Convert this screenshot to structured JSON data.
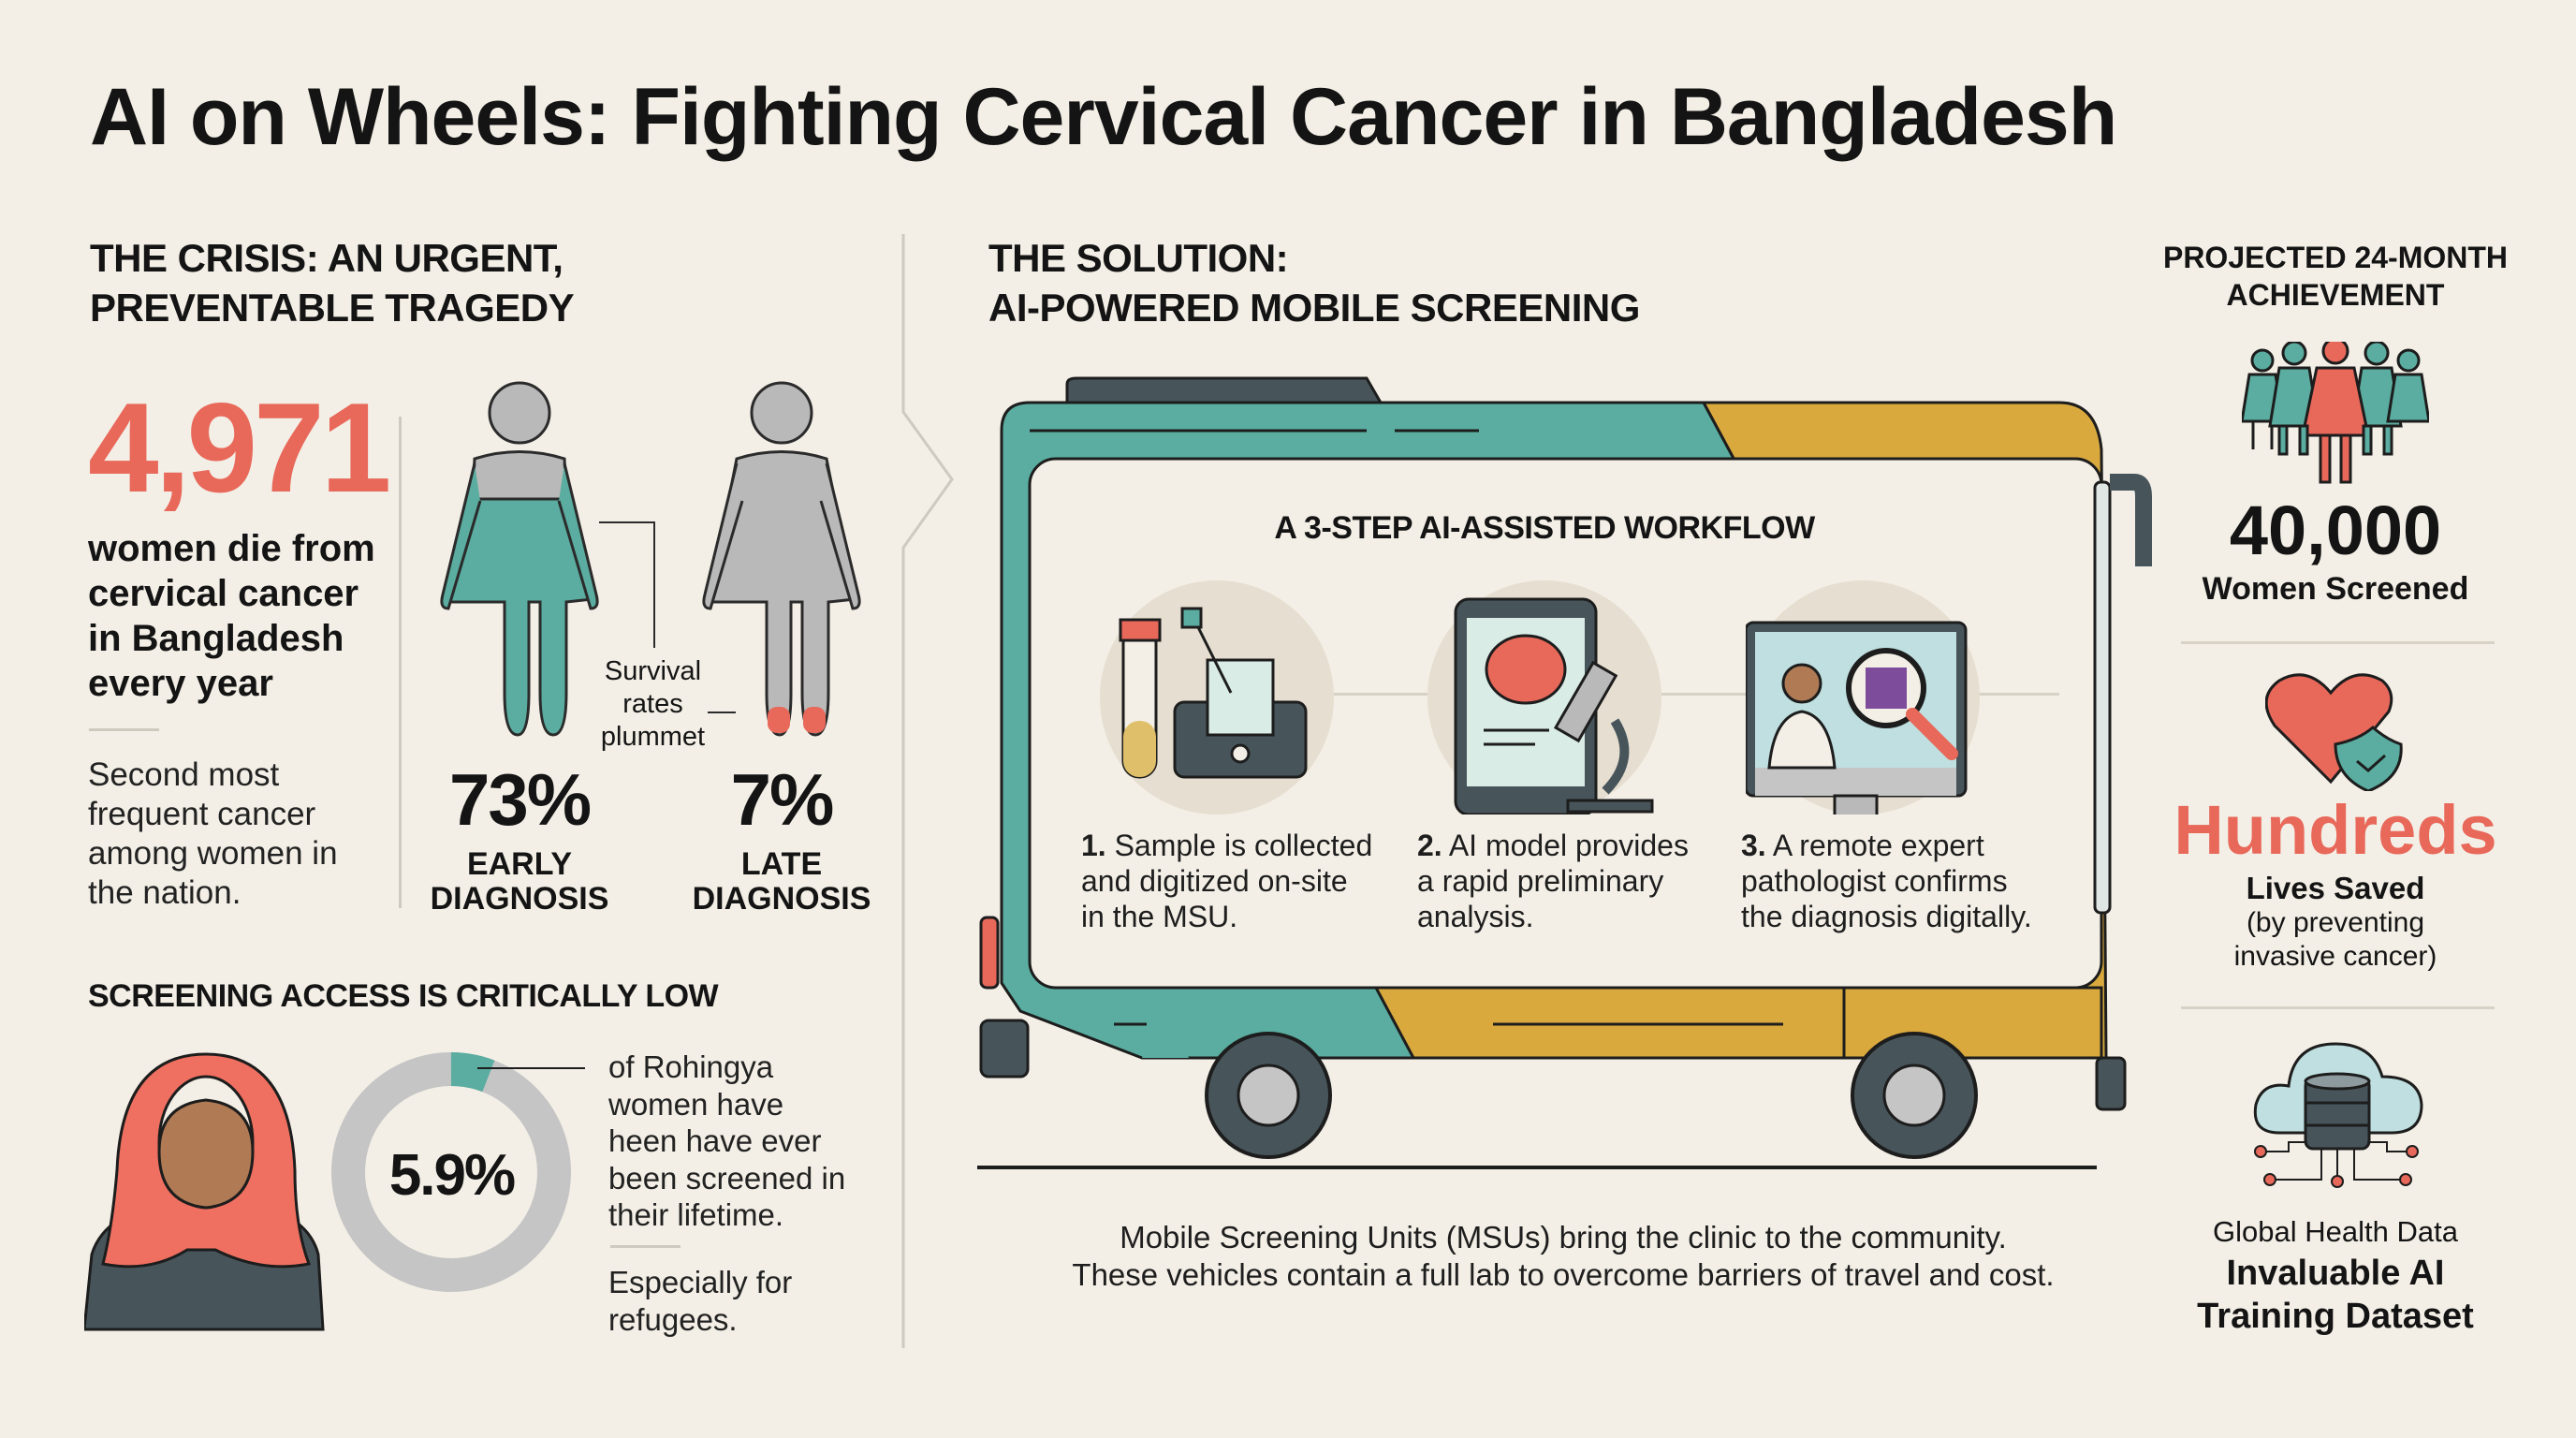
{
  "title": "AI on Wheels: Fighting Cervical Cancer in Bangladesh",
  "colors": {
    "background": "#f3efe6",
    "teal": "#5aada0",
    "coral": "#e8685a",
    "mustard": "#d9a93e",
    "slate": "#47555b",
    "gray": "#b9b9b9"
  },
  "crisis": {
    "heading_line1": "THE CRISIS: AN URGENT,",
    "heading_line2": "PREVENTABLE TRAGEDY",
    "deaths_number": "4,971",
    "deaths_desc_lines": [
      "women die from",
      "cervical cancer",
      "in Bangladesh",
      "every year"
    ],
    "rank_lines": [
      "Second most",
      "frequent cancer",
      "among women in",
      "the nation."
    ],
    "survival_note_lines": [
      "Survival",
      "rates",
      "plummet"
    ],
    "early": {
      "percent": "73%",
      "label_line1": "EARLY",
      "label_line2": "DIAGNOSIS",
      "icon": "woman-figure-teal-icon"
    },
    "late": {
      "percent": "7%",
      "label_line1": "LATE",
      "label_line2": "DIAGNOSIS",
      "icon": "woman-figure-gray-icon"
    }
  },
  "access": {
    "heading": "SCREENING ACCESS IS CRITICALLY LOW",
    "percent": "5.9%",
    "percent_value": 5.9,
    "desc_lines": [
      "of Rohingya",
      "women have",
      "heen have ever",
      "been screened in",
      "their lifetime."
    ],
    "note_lines": [
      "Especially for",
      "refugees."
    ],
    "icon": "woman-hijab-icon"
  },
  "solution": {
    "heading_line1": "THE SOLUTION:",
    "heading_line2": "AI-POWERED MOBILE SCREENING",
    "workflow_title": "A 3-STEP AI-ASSISTED WORKFLOW",
    "steps": [
      {
        "num": "1.",
        "lines": [
          "Sample is collected",
          "and digitized on-site",
          "in the MSU."
        ],
        "icon": "sample-tube-scanner-icon"
      },
      {
        "num": "2.",
        "lines": [
          "AI model provides",
          "a rapid preliminary",
          "analysis."
        ],
        "icon": "brain-tablet-microscope-icon"
      },
      {
        "num": "3.",
        "lines": [
          "A remote expert",
          "pathologist confirms",
          "the diagnosis digitally."
        ],
        "icon": "doctor-monitor-magnifier-icon"
      }
    ],
    "caption_line1": "Mobile Screening Units (MSUs) bring the clinic to the community.",
    "caption_line2": "These vehicles contain a full lab to overcome barriers of travel and cost."
  },
  "projection": {
    "heading_line1": "PROJECTED 24-MONTH",
    "heading_line2": "ACHIEVEMENT",
    "items": [
      {
        "value": "40,000",
        "label": "Women Screened",
        "icon": "group-of-women-icon"
      },
      {
        "value": "Hundreds",
        "label": "Lives Saved",
        "sub_line1": "(by preventing",
        "sub_line2": "invasive cancer)",
        "icon": "heart-shield-icon"
      },
      {
        "pre": "Global Health Data",
        "label_line1": "Invaluable AI",
        "label_line2": "Training Dataset",
        "icon": "cloud-database-icon"
      }
    ]
  }
}
